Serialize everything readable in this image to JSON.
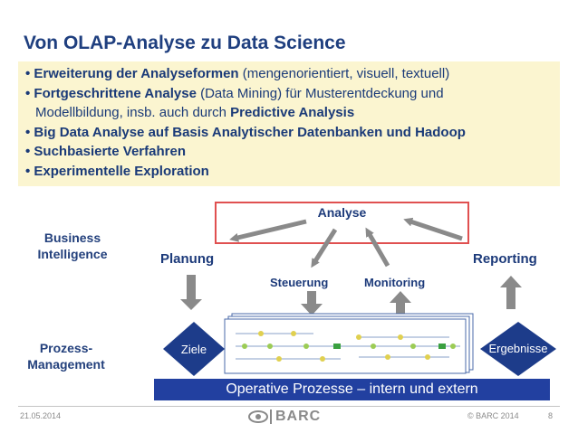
{
  "slide": {
    "title": "Von OLAP-Analyse zu Data Science",
    "bullets": [
      {
        "strong": "• Erweiterung der Analyseformen",
        "rest": " (mengenorientiert, visuell, textuell)"
      },
      {
        "strong": "• Fortgeschrittene Analyse",
        "rest": " (Data Mining) für Musterentdeckung und"
      },
      {
        "cont_a": "Modellbildung, insb. auch durch ",
        "cont_b": "Predictive Analysis"
      },
      {
        "strong": "• Big Data Analyse auf Basis Analytischer Datenbanken und Hadoop",
        "rest": ""
      },
      {
        "strong": "• Suchbasierte Verfahren",
        "rest": ""
      },
      {
        "strong": "• Experimentelle Exploration",
        "rest": ""
      }
    ]
  },
  "diagram": {
    "analyse": "Analyse",
    "planung": "Planung",
    "reporting": "Reporting",
    "steuerung": "Steuerung",
    "monitoring": "Monitoring",
    "bi_line1": "Business",
    "bi_line2": "Intelligence",
    "pm_line1": "Prozess-",
    "pm_line2": "Management",
    "ziele": "Ziele",
    "ergebnisse": "Ergebnisse",
    "operative": "Operative Prozesse – intern und extern"
  },
  "footer": {
    "date": "21.05.2014",
    "brand": "BARC",
    "copyright": "© BARC 2014",
    "page": "8"
  },
  "colors": {
    "title": "#1f3f7f",
    "bullet_bg": "#fbf5d0",
    "bar": "#2240a0",
    "diamond": "#1d3c8a",
    "arrow": "#8a8a8a",
    "box_border": "#e05050"
  }
}
